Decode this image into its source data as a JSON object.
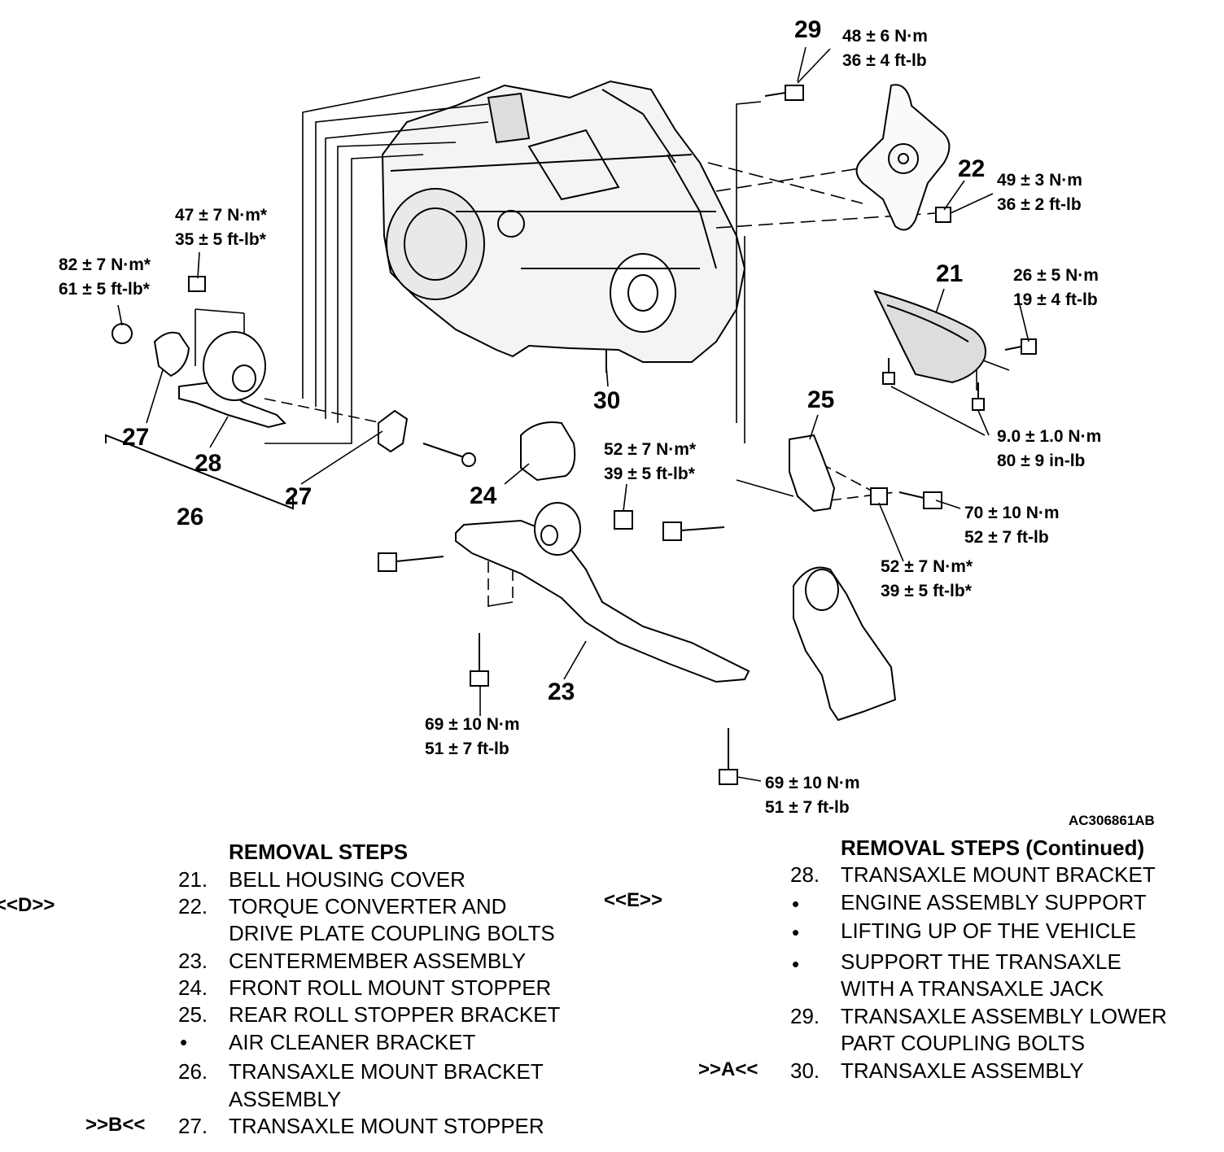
{
  "diagram": {
    "figure_code": "AC306861AB",
    "callouts": [
      {
        "id": "c29",
        "text": "29"
      },
      {
        "id": "c22",
        "text": "22"
      },
      {
        "id": "c21",
        "text": "21"
      },
      {
        "id": "c25",
        "text": "25"
      },
      {
        "id": "c30",
        "text": "30"
      },
      {
        "id": "c27a",
        "text": "27"
      },
      {
        "id": "c28",
        "text": "28"
      },
      {
        "id": "c26",
        "text": "26"
      },
      {
        "id": "c27b",
        "text": "27"
      },
      {
        "id": "c24",
        "text": "24"
      },
      {
        "id": "c23",
        "text": "23"
      }
    ],
    "torques": [
      {
        "id": "t29",
        "line1": "48 ± 6 N·m",
        "line2": "36 ± 4 ft-lb"
      },
      {
        "id": "t22",
        "line1": "49 ± 3 N·m",
        "line2": "36 ± 2 ft-lb"
      },
      {
        "id": "t21",
        "line1": "26 ± 5 N·m",
        "line2": "19 ± 4 ft-lb"
      },
      {
        "id": "t21b",
        "line1": "9.0 ± 1.0 N·m",
        "line2": "80 ± 9 in-lb"
      },
      {
        "id": "t25a",
        "line1": "70 ± 10 N·m",
        "line2": "52 ± 7 ft-lb"
      },
      {
        "id": "t25b",
        "line1": "52 ± 7 N·m*",
        "line2": "39 ± 5 ft-lb*"
      },
      {
        "id": "t24",
        "line1": "52 ± 7 N·m*",
        "line2": "39 ± 5 ft-lb*"
      },
      {
        "id": "t28a",
        "line1": "47 ± 7 N·m*",
        "line2": "35 ± 5 ft-lb*"
      },
      {
        "id": "t28b",
        "line1": "82 ± 7 N·m*",
        "line2": "61 ± 5 ft-lb*"
      },
      {
        "id": "t23a",
        "line1": "69 ± 10 N·m",
        "line2": "51 ± 7 ft-lb"
      },
      {
        "id": "t23b",
        "line1": "69 ± 10 N·m",
        "line2": "51 ± 7 ft-lb"
      }
    ]
  },
  "removal_steps": {
    "heading": "REMOVAL STEPS",
    "items": [
      {
        "mark": "",
        "num": "21.",
        "lines": [
          "BELL HOUSING COVER"
        ]
      },
      {
        "mark": "<<D>>",
        "num": "22.",
        "lines": [
          "TORQUE CONVERTER AND",
          "DRIVE PLATE COUPLING BOLTS"
        ]
      },
      {
        "mark": "",
        "num": "23.",
        "lines": [
          "CENTERMEMBER ASSEMBLY"
        ]
      },
      {
        "mark": "",
        "num": "24.",
        "lines": [
          "FRONT ROLL MOUNT STOPPER"
        ]
      },
      {
        "mark": "",
        "num": "25.",
        "lines": [
          "REAR ROLL STOPPER BRACKET"
        ]
      },
      {
        "mark": "",
        "num": "•",
        "lines": [
          "AIR CLEANER BRACKET"
        ]
      },
      {
        "mark": "",
        "num": "26.",
        "lines": [
          "TRANSAXLE MOUNT BRACKET",
          "ASSEMBLY"
        ]
      },
      {
        "mark": ">>B<<",
        "num": "27.",
        "lines": [
          "TRANSAXLE MOUNT STOPPER"
        ]
      }
    ]
  },
  "removal_steps_continued": {
    "heading": "REMOVAL STEPS (Continued)",
    "items": [
      {
        "mark": "",
        "num": "28.",
        "lines": [
          "TRANSAXLE MOUNT BRACKET"
        ]
      },
      {
        "mark": "<<E>>",
        "num": "•",
        "lines": [
          "ENGINE ASSEMBLY SUPPORT"
        ]
      },
      {
        "mark": "",
        "num": "•",
        "lines": [
          "LIFTING UP OF THE VEHICLE"
        ]
      },
      {
        "mark": "",
        "num": "•",
        "lines": [
          "SUPPORT THE TRANSAXLE",
          "WITH A TRANSAXLE JACK"
        ]
      },
      {
        "mark": "",
        "num": "29.",
        "lines": [
          "TRANSAXLE ASSEMBLY LOWER",
          "PART COUPLING BOLTS"
        ]
      },
      {
        "mark": ">>A<<",
        "num": "30.",
        "lines": [
          "TRANSAXLE ASSEMBLY"
        ]
      }
    ]
  }
}
